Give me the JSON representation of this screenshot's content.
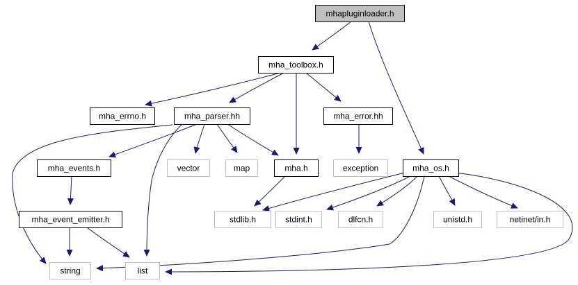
{
  "diagram": {
    "colors": {
      "edge": "#191970",
      "root_fill": "#bfbfbf",
      "documented_border": "#000000",
      "external_border": "#bfbfbf",
      "background": "#ffffff"
    },
    "nodes": [
      {
        "id": "mhapluginloader",
        "label": "mhapluginloader.h",
        "kind": "root"
      },
      {
        "id": "mha_toolbox",
        "label": "mha_toolbox.h",
        "kind": "documented"
      },
      {
        "id": "mha_errno",
        "label": "mha_errno.h",
        "kind": "documented"
      },
      {
        "id": "mha_parser",
        "label": "mha_parser.hh",
        "kind": "documented"
      },
      {
        "id": "mha_error",
        "label": "mha_error.hh",
        "kind": "documented"
      },
      {
        "id": "mha_events",
        "label": "mha_events.h",
        "kind": "documented"
      },
      {
        "id": "vector",
        "label": "vector",
        "kind": "external"
      },
      {
        "id": "map",
        "label": "map",
        "kind": "external"
      },
      {
        "id": "mha",
        "label": "mha.h",
        "kind": "documented"
      },
      {
        "id": "exception",
        "label": "exception",
        "kind": "external"
      },
      {
        "id": "mha_os",
        "label": "mha_os.h",
        "kind": "documented"
      },
      {
        "id": "mha_event_emitter",
        "label": "mha_event_emitter.h",
        "kind": "documented"
      },
      {
        "id": "stdlib",
        "label": "stdlib.h",
        "kind": "external"
      },
      {
        "id": "stdint",
        "label": "stdint.h",
        "kind": "external"
      },
      {
        "id": "dlfcn",
        "label": "dlfcn.h",
        "kind": "external"
      },
      {
        "id": "unistd",
        "label": "unistd.h",
        "kind": "external"
      },
      {
        "id": "netinet",
        "label": "netinet/in.h",
        "kind": "external"
      },
      {
        "id": "string",
        "label": "string",
        "kind": "external"
      },
      {
        "id": "list",
        "label": "list",
        "kind": "external"
      }
    ],
    "edges": [
      {
        "from": "mhapluginloader",
        "to": "mha_toolbox"
      },
      {
        "from": "mhapluginloader",
        "to": "mha_os"
      },
      {
        "from": "mha_toolbox",
        "to": "mha_errno"
      },
      {
        "from": "mha_toolbox",
        "to": "mha_parser"
      },
      {
        "from": "mha_toolbox",
        "to": "mha"
      },
      {
        "from": "mha_toolbox",
        "to": "mha_error"
      },
      {
        "from": "mha_parser",
        "to": "mha_events"
      },
      {
        "from": "mha_parser",
        "to": "vector"
      },
      {
        "from": "mha_parser",
        "to": "map"
      },
      {
        "from": "mha_parser",
        "to": "mha"
      },
      {
        "from": "mha_parser",
        "to": "string"
      },
      {
        "from": "mha_parser",
        "to": "list"
      },
      {
        "from": "mha_error",
        "to": "exception"
      },
      {
        "from": "mha_events",
        "to": "mha_event_emitter"
      },
      {
        "from": "mha_event_emitter",
        "to": "string"
      },
      {
        "from": "mha_event_emitter",
        "to": "list"
      },
      {
        "from": "mha",
        "to": "stdlib"
      },
      {
        "from": "mha_os",
        "to": "stdlib"
      },
      {
        "from": "mha_os",
        "to": "stdint"
      },
      {
        "from": "mha_os",
        "to": "dlfcn"
      },
      {
        "from": "mha_os",
        "to": "unistd"
      },
      {
        "from": "mha_os",
        "to": "netinet"
      },
      {
        "from": "mha_os",
        "to": "string"
      },
      {
        "from": "mha_os",
        "to": "list"
      }
    ]
  }
}
